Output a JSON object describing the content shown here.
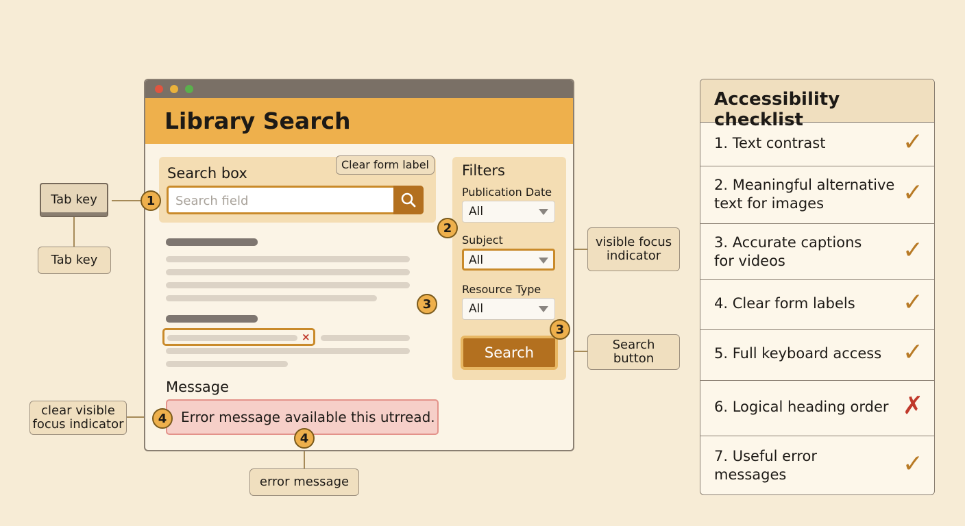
{
  "window": {
    "title": "Library Search",
    "controls": [
      "close",
      "minimize",
      "maximize"
    ],
    "colors": {
      "close": "#e0553f",
      "minimize": "#e9b23c",
      "maximize": "#5ab04c"
    }
  },
  "search_section": {
    "title": "Search box",
    "input_placeholder": "Search field",
    "search_icon": "search-icon"
  },
  "message_section": {
    "title": "Message",
    "error_text": "Error message available this utrread."
  },
  "filters": {
    "title": "Filters",
    "items": [
      {
        "label": "Publication Date",
        "value": "All"
      },
      {
        "label": "Subject",
        "value": "All"
      },
      {
        "label": "Resource Type",
        "value": "All"
      }
    ],
    "search_button": "Search"
  },
  "callouts": {
    "tab_key_keycap": "Tab key",
    "tab_key_label": "Tab key",
    "clear_form_label": "Clear form label",
    "visible_focus_indicator": "visible focus\nindicator",
    "search_button": "Search\nbutton",
    "clear_visible_focus_indicator": "clear visible\nfocus indicator",
    "error_message": "error message"
  },
  "badges": [
    "1",
    "2",
    "3",
    "3",
    "4",
    "4"
  ],
  "checklist": {
    "title": "Accessibility checklist",
    "items": [
      {
        "text": "1. Text contrast",
        "status": "pass",
        "mark": "✓"
      },
      {
        "text": "2. Meaningful alternative\n    text for images",
        "status": "pass",
        "mark": "✓"
      },
      {
        "text": "3. Accurate captions\n    for videos",
        "status": "pass",
        "mark": "✓"
      },
      {
        "text": "4. Clear form labels",
        "status": "pass",
        "mark": "✓"
      },
      {
        "text": "5. Full keyboard access",
        "status": "pass",
        "mark": "✓"
      },
      {
        "text": "6. Logical heading order",
        "status": "fail",
        "mark": "✗"
      },
      {
        "text": "7. Useful error\n    messages",
        "status": "pass",
        "mark": "✓"
      }
    ],
    "colors": {
      "pass": "#b87a25",
      "fail": "#c0392b"
    }
  }
}
